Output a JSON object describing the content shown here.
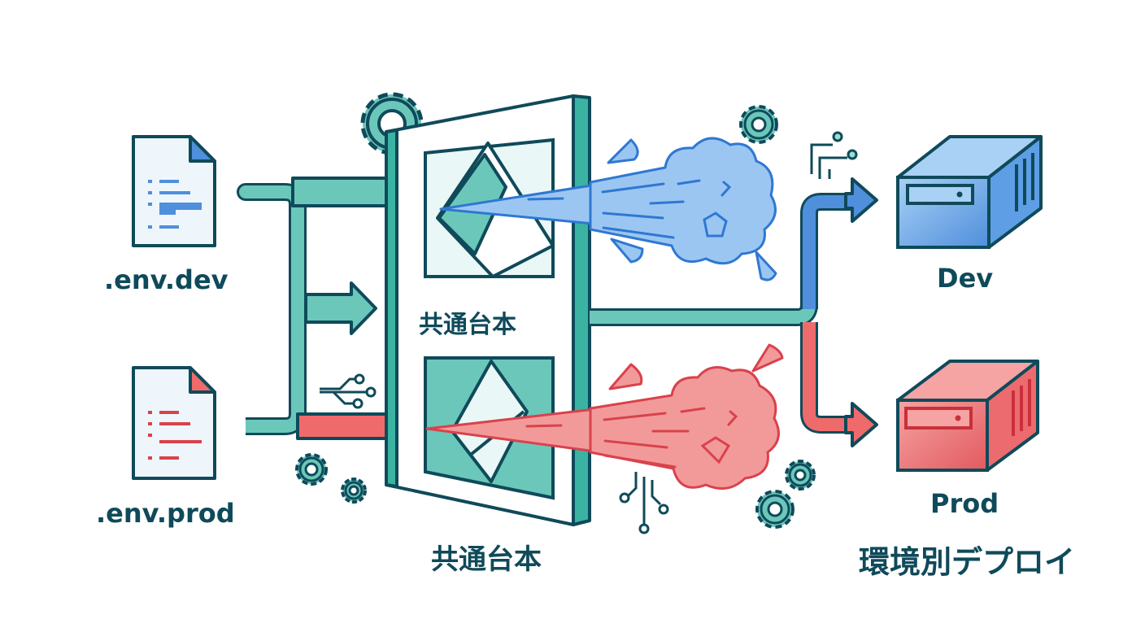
{
  "colors": {
    "outline": "#0f4a5a",
    "teal": "#6cc7bb",
    "teal_dark": "#3bb3a3",
    "teal_light": "#e8f6f6",
    "blue": "#4f8fdc",
    "blue_light": "#9cc6f2",
    "red": "#d9424c",
    "red_light": "#ef7f80",
    "doc_bg": "#eef6fb"
  },
  "inputs": [
    {
      "label": ".env.dev",
      "accent": "blue"
    },
    {
      "label": ".env.prod",
      "accent": "red"
    }
  ],
  "center": {
    "panel_label": "共通台本",
    "caption": "共通台本"
  },
  "outputs": [
    {
      "label": "Dev",
      "accent": "blue"
    },
    {
      "label": "Prod",
      "accent": "red"
    }
  ],
  "footer": {
    "title": "環境別デプロイ"
  },
  "icons": [
    "document-icon-dev",
    "document-icon-prod",
    "gear-icon",
    "circuit-icon",
    "burst-cloud-icon",
    "server-icon-dev",
    "server-icon-prod"
  ]
}
